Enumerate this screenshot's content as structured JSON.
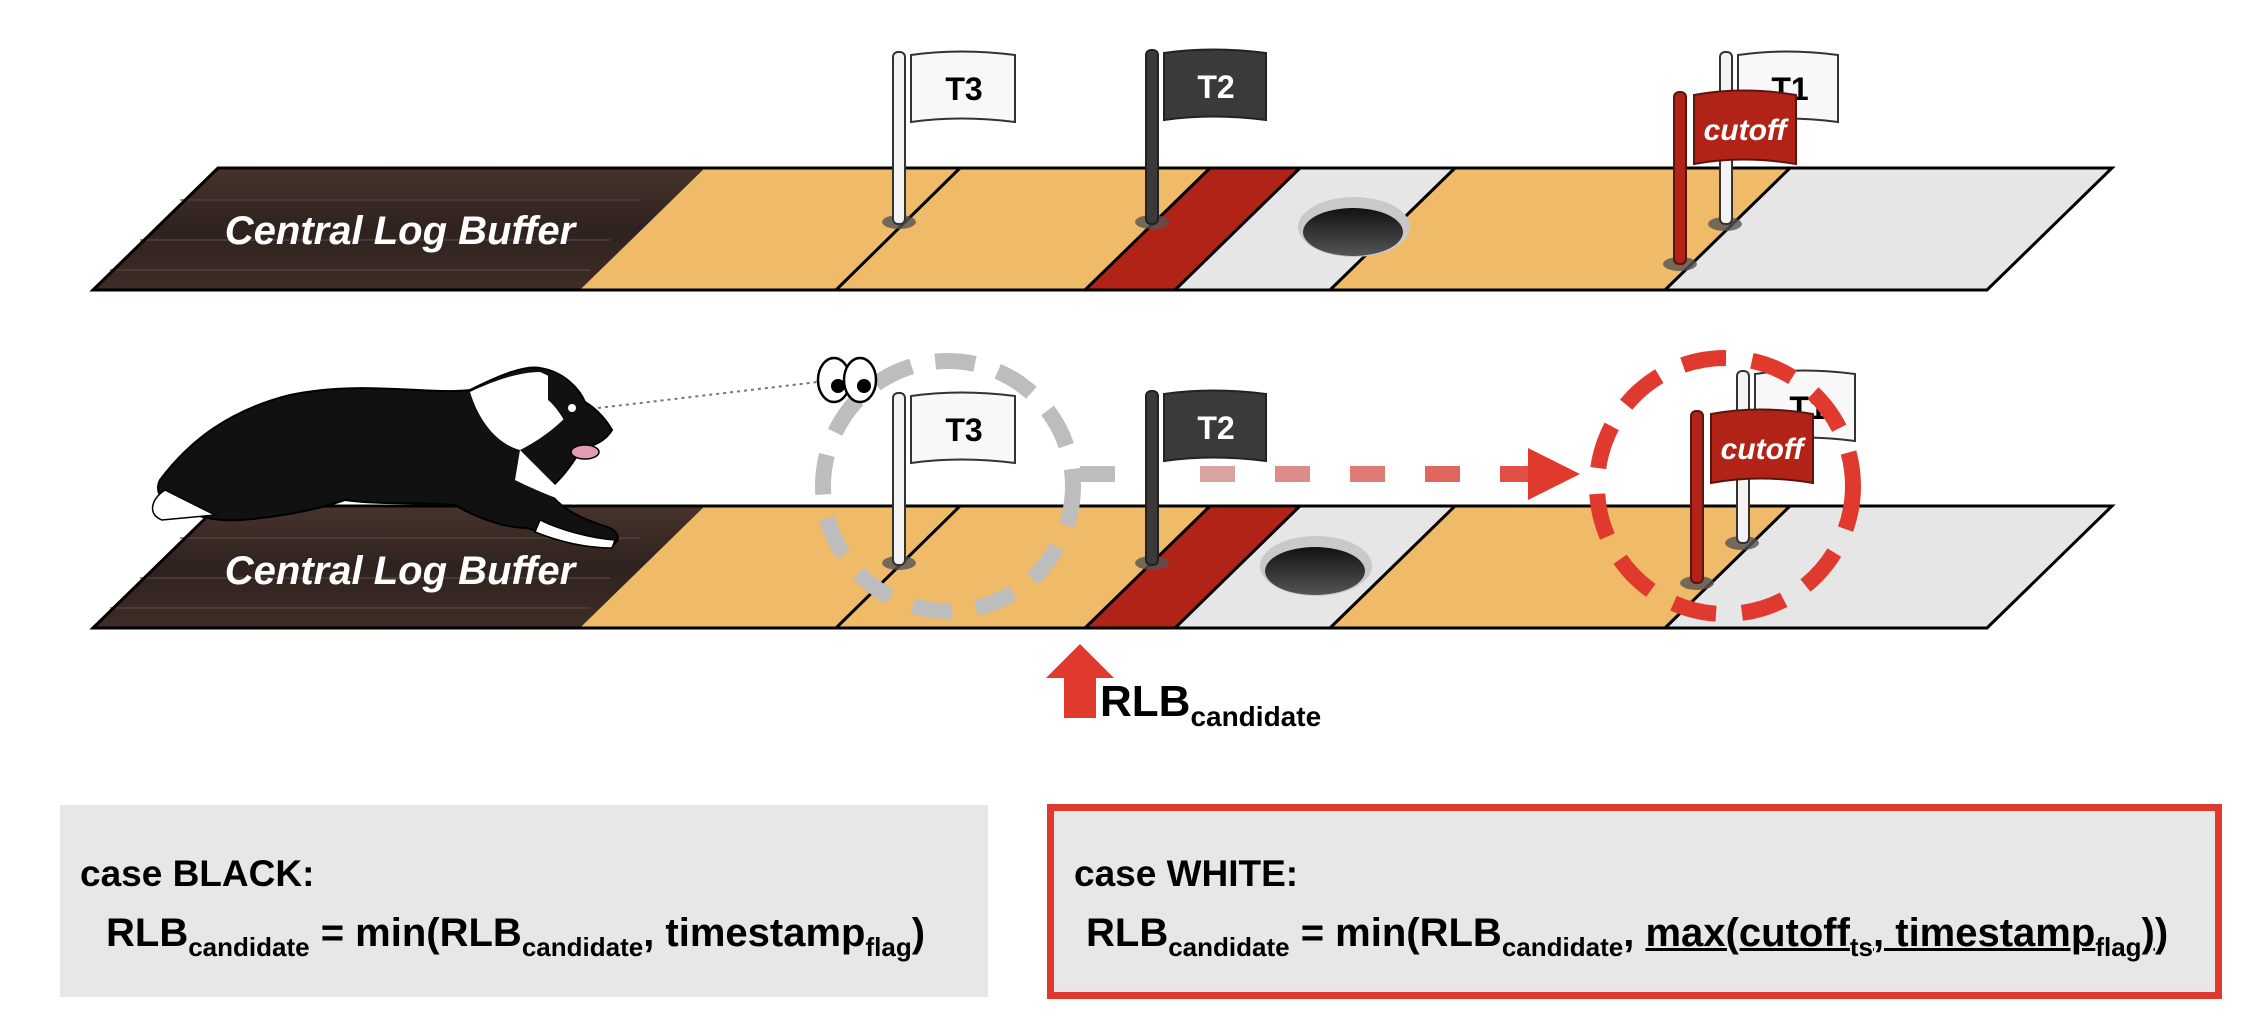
{
  "track_label": "Central Log Buffer",
  "flags": {
    "t3": "T3",
    "t2": "T2",
    "t1": "T1",
    "cutoff": "cutoff"
  },
  "rlb_label": {
    "main": "RLB",
    "sub": "candidate"
  },
  "case_black": {
    "title": "case BLACK:",
    "lhs": "RLB",
    "lhs_sub": "candidate",
    "eq": " = min(RLB",
    "arg_sub": "candidate",
    "mid": ", timestamp",
    "flag_sub": "flag",
    "end": ")"
  },
  "case_white": {
    "title": "case WHITE:",
    "lhs": "RLB",
    "lhs_sub": "candidate",
    "eq": " = min(RLB",
    "arg_sub": "candidate",
    "comma": ", ",
    "max_open": "max(cutoff",
    "ts_sub": "ts",
    "mid": ", timestamp",
    "flag_sub": "flag",
    "close_inner": ")",
    "close_outer": ")"
  },
  "colors": {
    "wood_dark": "#3b2b26",
    "wood_light": "#f0bb68",
    "red_segment": "#b22317",
    "grey_segment": "#e6e6e6",
    "accent_red": "#e03a2e",
    "black_flag": "#3a3a3a"
  }
}
